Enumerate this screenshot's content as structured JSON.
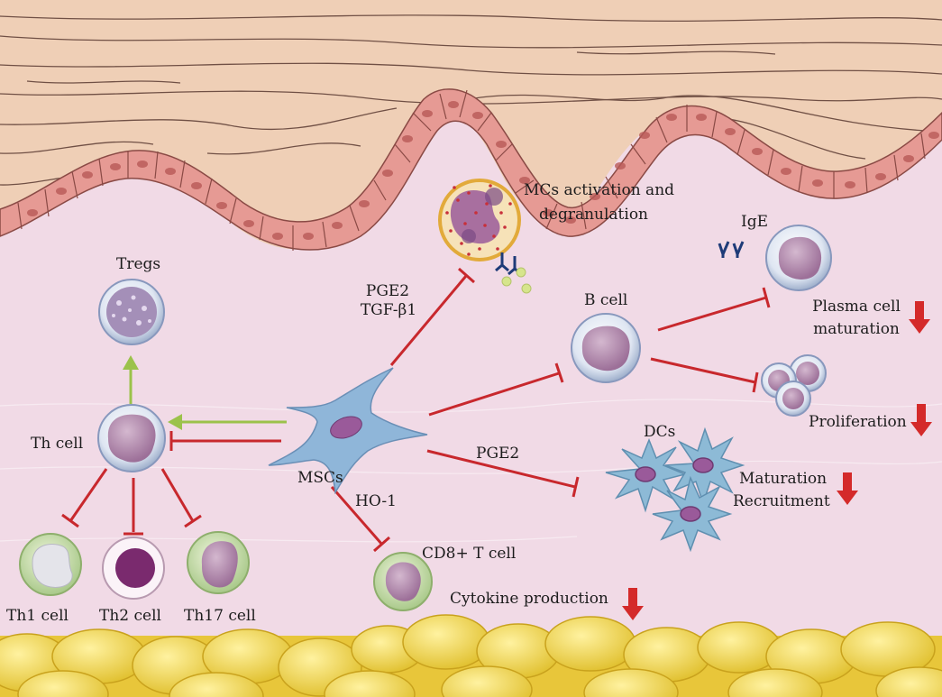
{
  "labels": {
    "tregs": "Tregs",
    "th_cell": "Th cell",
    "th1_cell": "Th1 cell",
    "th2_cell": "Th2 cell",
    "th17_cell": "Th17 cell",
    "mscs": "MSCs",
    "pge2_tgf_line1": "PGE2",
    "pge2_tgf_line2": "TGF-β1",
    "mcs_line1": "MCs activation and",
    "mcs_line2": "degranulation",
    "ige": "IgE",
    "b_cell": "B cell",
    "plasma_line1": "Plasma cell",
    "plasma_line2": "maturation",
    "proliferation": "Proliferation",
    "pge2_dc": "PGE2",
    "dcs": "DCs",
    "maturation": "Maturation",
    "recruitment": "Recruitment",
    "ho1": "HO-1",
    "cd8": "CD8+ T cell",
    "cytokine": "Cytokine production"
  },
  "colors": {
    "background": "#f1dae6",
    "skin": "#efcfb6",
    "skin_line": "#5b3a32",
    "basal_cell": "#e69a94",
    "fat": "#f0d64c",
    "inhibit_arrow": "#c8282d",
    "stimulate_arrow": "#9bc24b",
    "decrease_arrow": "#d42a2a",
    "msc": "#8fb6d9",
    "dc": "#8dbad6",
    "th_nucleus": "#b893b0",
    "th2_nucleus": "#7a2a6e",
    "ige": "#1e3b78"
  },
  "icons": {
    "decrease": "down-arrow-icon",
    "ige": "antibody-icon"
  }
}
